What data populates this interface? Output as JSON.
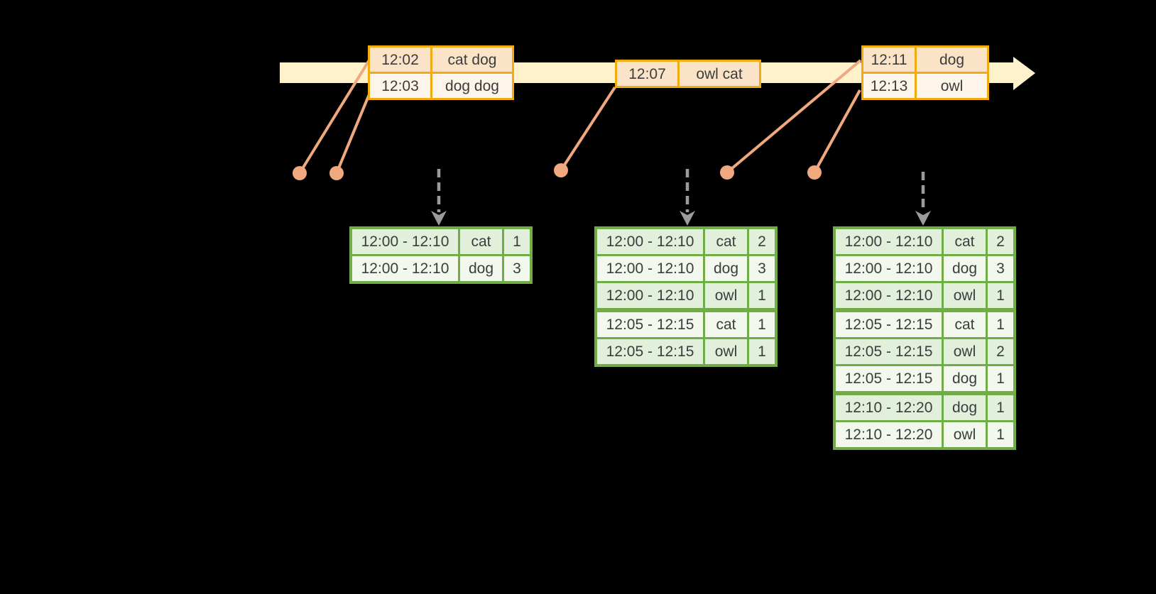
{
  "colors": {
    "background": "#000000",
    "timeline_band": "#FDF2CC",
    "event_border": "#F2AB0E",
    "event_row_dark": "#FAE3C6",
    "event_row_light": "#FDF5E9",
    "marker": "#F0A87E",
    "result_border": "#70AD47",
    "result_row_tint": "#E2EFDA",
    "result_row_plain": "#F2F8EE",
    "trigger_arrow": "#9B9B9B",
    "text": "#3C3C3C"
  },
  "timeline": {
    "event_tables": [
      {
        "rows": [
          {
            "time": "12:02",
            "words": "cat dog"
          },
          {
            "time": "12:03",
            "words": "dog dog"
          }
        ]
      },
      {
        "rows": [
          {
            "time": "12:07",
            "words": "owl cat"
          }
        ]
      },
      {
        "rows": [
          {
            "time": "12:11",
            "words": "dog"
          },
          {
            "time": "12:13",
            "words": "owl"
          }
        ]
      }
    ]
  },
  "result_tables": [
    {
      "rows": [
        {
          "window": "12:00 - 12:10",
          "word": "cat",
          "count": "1"
        },
        {
          "window": "12:00 - 12:10",
          "word": "dog",
          "count": "3"
        }
      ]
    },
    {
      "rows": [
        {
          "window": "12:00 - 12:10",
          "word": "cat",
          "count": "2"
        },
        {
          "window": "12:00 - 12:10",
          "word": "dog",
          "count": "3"
        },
        {
          "window": "12:00 - 12:10",
          "word": "owl",
          "count": "1"
        },
        {
          "window": "12:05 - 12:15",
          "word": "cat",
          "count": "1"
        },
        {
          "window": "12:05 - 12:15",
          "word": "owl",
          "count": "1"
        }
      ]
    },
    {
      "rows": [
        {
          "window": "12:00 - 12:10",
          "word": "cat",
          "count": "2"
        },
        {
          "window": "12:00 - 12:10",
          "word": "dog",
          "count": "3"
        },
        {
          "window": "12:00 - 12:10",
          "word": "owl",
          "count": "1"
        },
        {
          "window": "12:05 - 12:15",
          "word": "cat",
          "count": "1"
        },
        {
          "window": "12:05 - 12:15",
          "word": "owl",
          "count": "2"
        },
        {
          "window": "12:05 - 12:15",
          "word": "dog",
          "count": "1"
        },
        {
          "window": "12:10 - 12:20",
          "word": "dog",
          "count": "1"
        },
        {
          "window": "12:10 - 12:20",
          "word": "owl",
          "count": "1"
        }
      ]
    }
  ]
}
